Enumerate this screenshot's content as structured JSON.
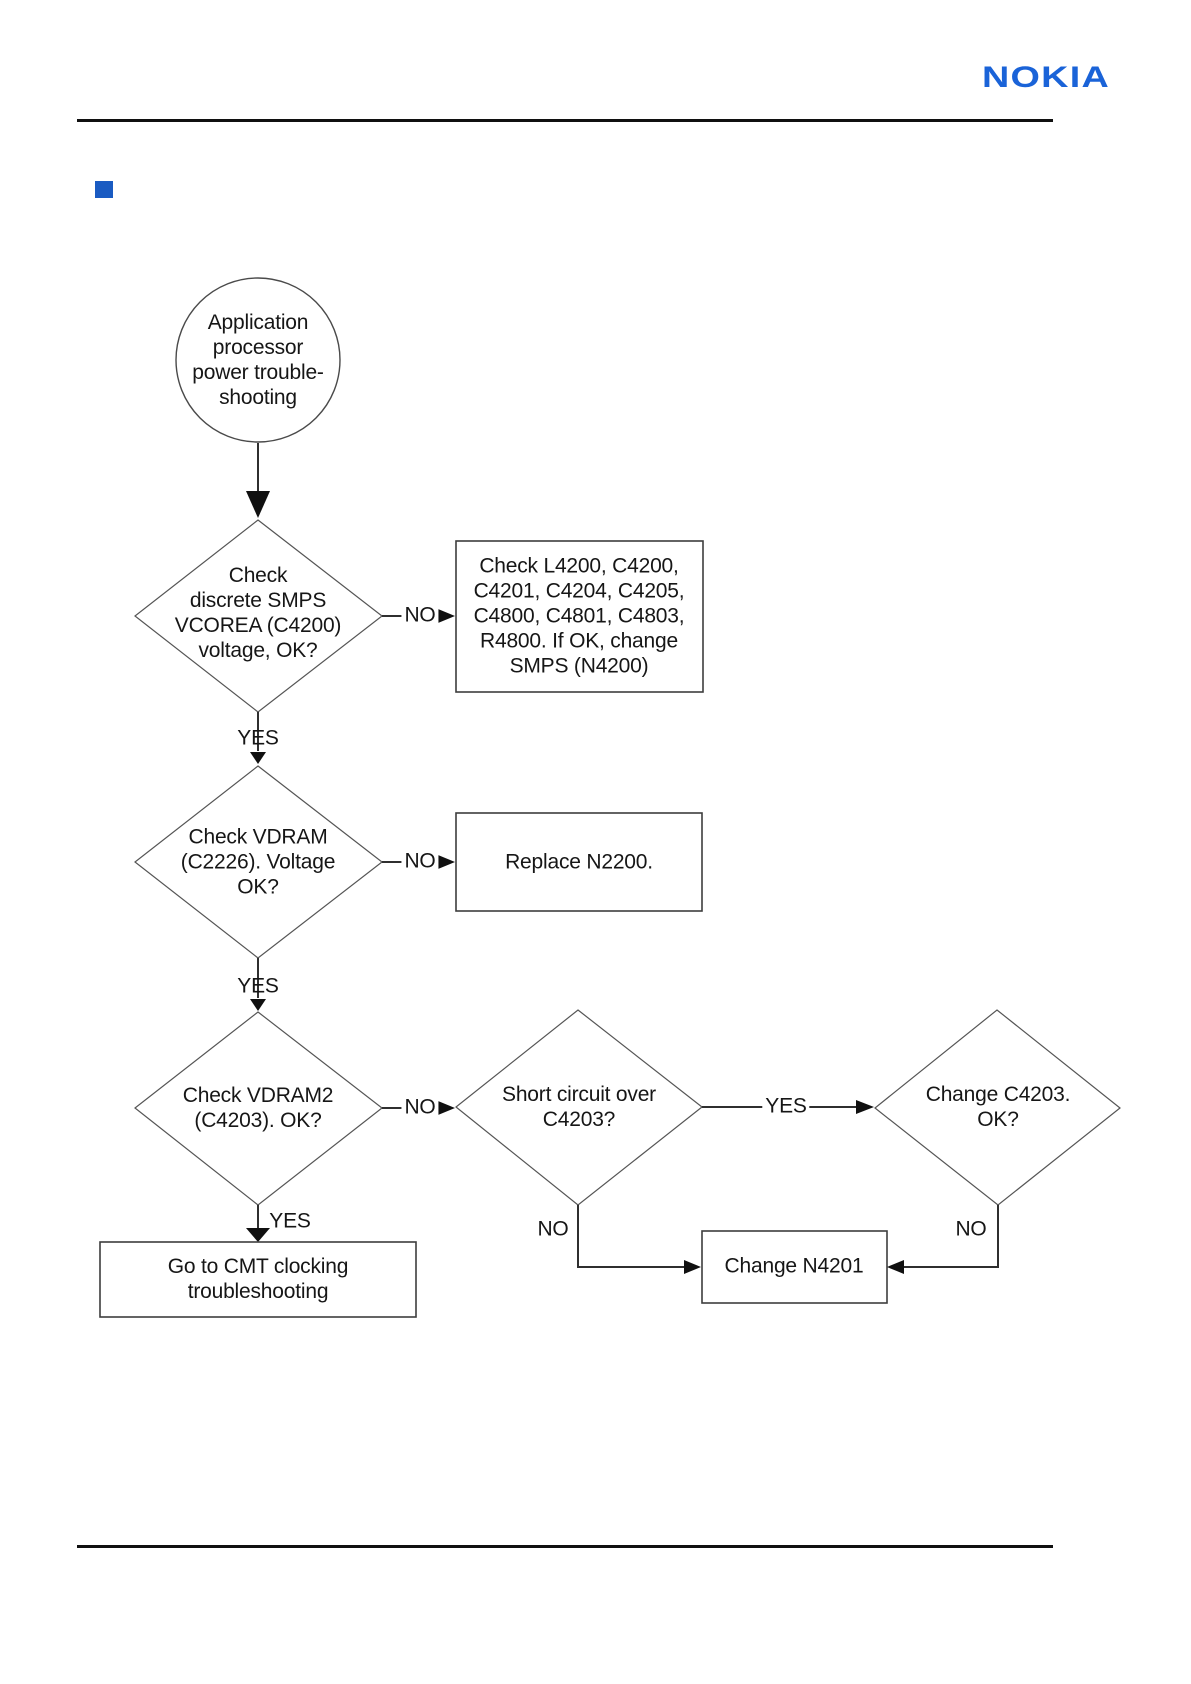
{
  "header": {
    "logo": "NOKIA",
    "logo_color": "#1A63D8"
  },
  "section": {
    "bullet_color": "#1A5BC2"
  },
  "flowchart": {
    "start": "Application\nprocessor\npower trouble-\nshooting",
    "decision_smps": "Check\ndiscrete SMPS\nVCOREA (C4200)\nvoltage, OK?",
    "action_smps": "Check L4200, C4200,\nC4201, C4204, C4205,\nC4800, C4801, C4803,\nR4800. If OK, change\nSMPS (N4200)",
    "decision_vdram": "Check VDRAM\n(C2226). Voltage\nOK?",
    "action_vdram": "Replace N2200.",
    "decision_vdram2": "Check VDRAM2\n(C4203). OK?",
    "decision_short_circuit": "Short circuit over\nC4203?",
    "decision_change_c4203": "Change C4203.\nOK?",
    "action_cmt_clocking": "Go to CMT clocking\ntroubleshooting",
    "action_change_n4201": "Change N4201",
    "label_yes": "YES",
    "label_no": "NO"
  }
}
